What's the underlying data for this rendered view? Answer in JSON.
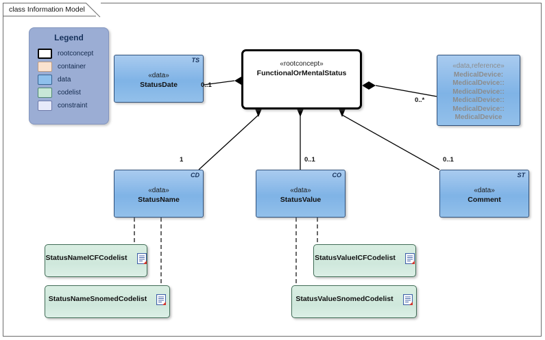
{
  "window": {
    "title": "class Information Model"
  },
  "legend": {
    "title": "Legend",
    "items": [
      {
        "label": "rootconcept",
        "swatch": "rootconcept-swatch",
        "color": "#ffffff"
      },
      {
        "label": "container",
        "swatch": "container-swatch",
        "color": "#fae2cf"
      },
      {
        "label": "data",
        "swatch": "data-swatch",
        "color": "#8fc0ec"
      },
      {
        "label": "codelist",
        "swatch": "codelist-swatch",
        "color": "#c7e7d7"
      },
      {
        "label": "constraint",
        "swatch": "constraint-swatch",
        "color": "#e7eafa"
      }
    ]
  },
  "nodes": {
    "root": {
      "stereotype": "«rootconcept»",
      "name": "FunctionalOrMentalStatus"
    },
    "status_date": {
      "stereotype": "«data»",
      "name": "StatusDate",
      "type_tag": "TS"
    },
    "medical_device": {
      "stereotype": "«data,reference»",
      "lines": [
        "MedicalDevice:",
        "MedicalDevice::",
        "MedicalDevice::",
        "MedicalDevice::",
        "MedicalDevice::",
        "MedicalDevice"
      ]
    },
    "status_name": {
      "stereotype": "«data»",
      "name": "StatusName",
      "type_tag": "CD"
    },
    "status_value": {
      "stereotype": "«data»",
      "name": "StatusValue",
      "type_tag": "CO"
    },
    "comment": {
      "stereotype": "«data»",
      "name": "Comment",
      "type_tag": "ST"
    },
    "status_name_icf": {
      "name": "StatusNameICFCodelist",
      "icon": "note-document-icon"
    },
    "status_name_snomed": {
      "name": "StatusNameSnomedCodelist",
      "icon": "note-document-icon"
    },
    "status_value_icf": {
      "name": "StatusValueICFCodelist",
      "icon": "note-document-icon"
    },
    "status_value_snomed": {
      "name": "StatusValueSnomedCodelist",
      "icon": "note-document-icon"
    }
  },
  "connectors": {
    "status_date_mult": "0..1",
    "medical_device_mult": "0..*",
    "status_name_mult": "1",
    "status_value_mult": "0..1",
    "comment_mult": "0..1"
  },
  "colors": {
    "data_fill": "#8fc0ec",
    "codelist_fill": "#cfe8dc",
    "legend_fill": "#9badd4",
    "root_border": "#000000",
    "frame_border": "#6b6b6b"
  }
}
